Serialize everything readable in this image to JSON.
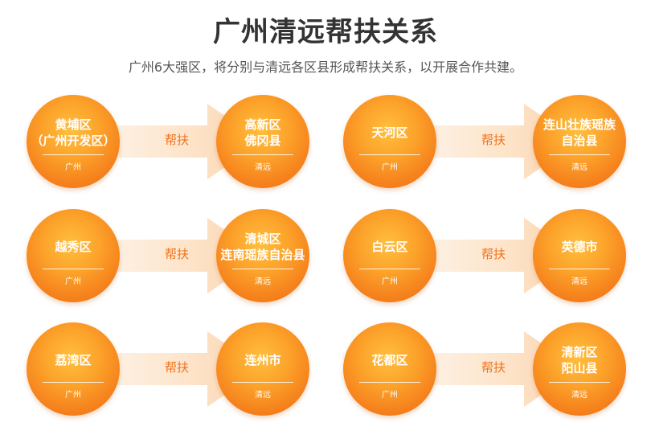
{
  "title": "广州清远帮扶关系",
  "subtitle": "广州6大强区，将分别与清远各区县形成帮扶关系，以开展合作共建。",
  "arrow_label": "帮扶",
  "pairs": [
    {
      "from": {
        "lines": [
          "黄埔区",
          "（广州开发区）"
        ],
        "city": "广州"
      },
      "to": {
        "lines": [
          "高新区",
          "佛冈县"
        ],
        "city": "清远"
      }
    },
    {
      "from": {
        "lines": [
          "天河区"
        ],
        "city": "广州"
      },
      "to": {
        "lines": [
          "连山壮族瑶族",
          "自治县"
        ],
        "city": "清远"
      }
    },
    {
      "from": {
        "lines": [
          "越秀区"
        ],
        "city": "广州"
      },
      "to": {
        "lines": [
          "清城区",
          "连南瑶族自治县"
        ],
        "city": "清远"
      }
    },
    {
      "from": {
        "lines": [
          "白云区"
        ],
        "city": "广州"
      },
      "to": {
        "lines": [
          "英德市"
        ],
        "city": "清远"
      }
    },
    {
      "from": {
        "lines": [
          "荔湾区"
        ],
        "city": "广州"
      },
      "to": {
        "lines": [
          "连州市"
        ],
        "city": "清远"
      }
    },
    {
      "from": {
        "lines": [
          "花都区"
        ],
        "city": "广州"
      },
      "to": {
        "lines": [
          "清新区",
          "阳山县"
        ],
        "city": "清远"
      }
    }
  ],
  "colors": {
    "circle_light": "#ffbf3f",
    "circle_dark": "#ec6c12",
    "arrow_label": "#f0731e",
    "title": "#333333"
  }
}
